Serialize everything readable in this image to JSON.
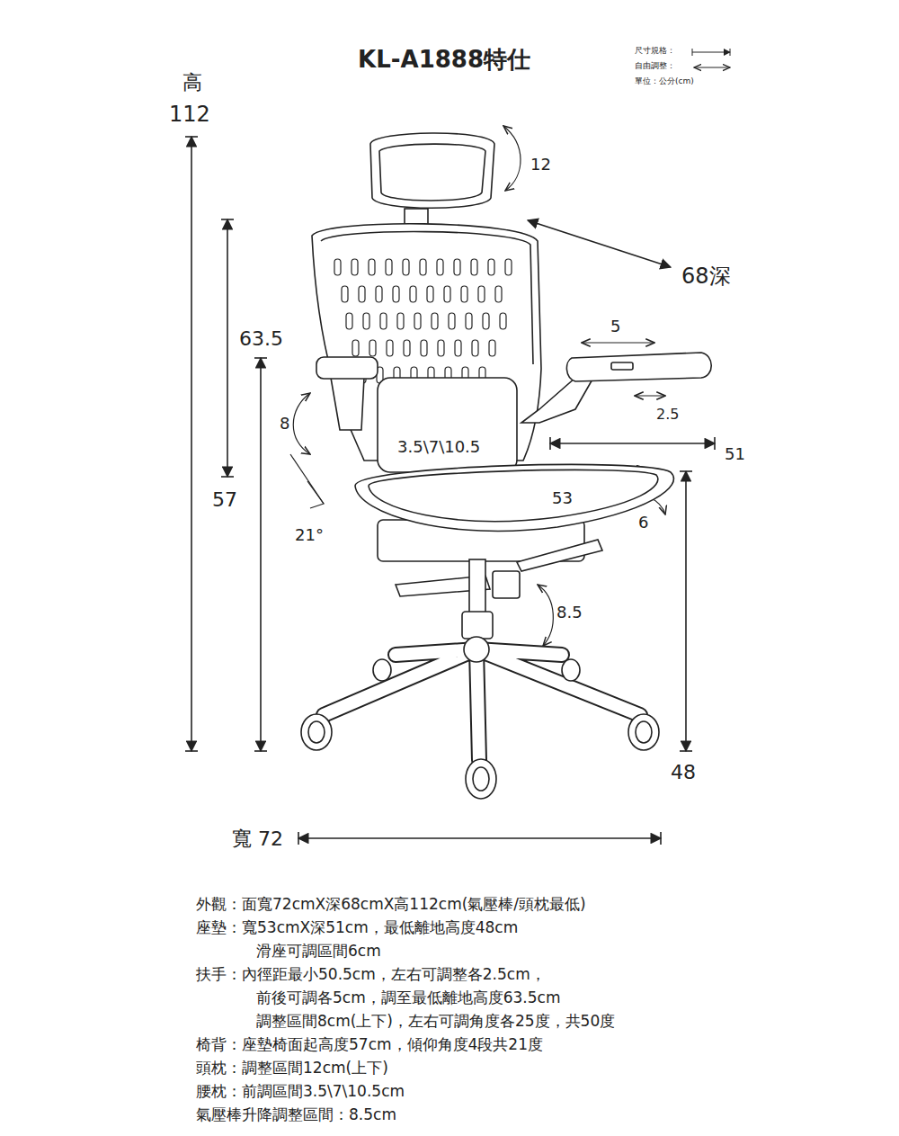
{
  "diagram": {
    "title": "KL-A1888特仕",
    "labels": [
      "單位：公分(cm)",
      "高",
      "112",
      "12",
      "68深",
      "63.5",
      "5",
      "8",
      "2.5",
      "3.5\\7\\10.5",
      "51",
      "57",
      "53",
      "6",
      "21°",
      "8.5",
      "48",
      "寬 72",
      "外觀：面寬72cmX深68cmX高112cm(氣壓棒/頭枕最低)",
      "座墊：寬53cmX深51cm，最低離地高度48cm",
      "滑座可調區間6cm",
      "扶手：內徑距最小50.5cm，左右可調整各2.5cm，",
      "前後可調各5cm，調至最低離地高度63.5cm",
      "調整區間8cm(上下)，左右可調角度各25度，共50度",
      "椅背：座墊椅面起高度57cm，傾仰角度4段共21度",
      "頭枕：調整區間12cm(上下)",
      "腰枕：前調區間3.5\\7\\10.5cm",
      "氣壓棒升降調整區間：8.5cm"
    ],
    "legend": [
      {
        "text": "尺寸規格："
      },
      {
        "text": "自由調整："
      }
    ]
  }
}
